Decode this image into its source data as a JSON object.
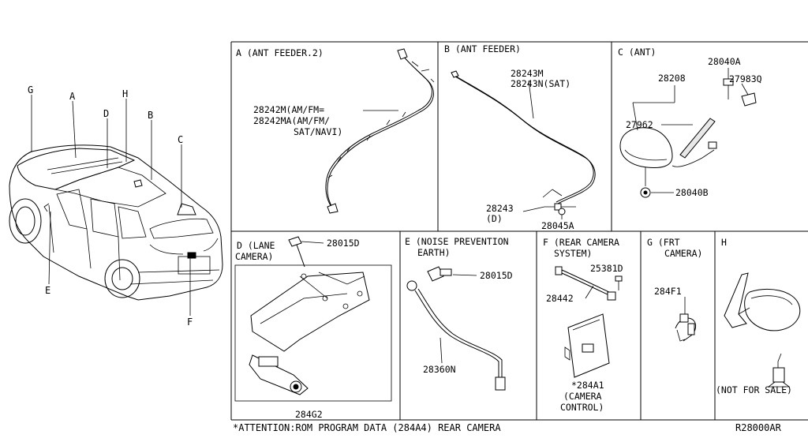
{
  "car_letters": [
    "G",
    "A",
    "D",
    "H",
    "B",
    "C",
    "E",
    "F"
  ],
  "panels": {
    "A": {
      "title": "A (ANT FEEDER.2)",
      "parts": [
        "28242M(AM/FM=",
        "28242MA(AM/FM/",
        "SAT/NAVI)"
      ]
    },
    "B": {
      "title": "B (ANT FEEDER)",
      "parts": [
        "28243M",
        "28243N(SAT)",
        "28243",
        "(D)",
        "28045A"
      ]
    },
    "C": {
      "title": "C (ANT)",
      "parts": [
        "28208",
        "28040A",
        "27983Q",
        "27962",
        "28040B"
      ]
    },
    "D": {
      "title_1": "D (LANE",
      "title_2": "CAMERA)",
      "parts": [
        "28015D",
        "284G2"
      ]
    },
    "E": {
      "title_1": "E (NOISE PREVENTION",
      "title_2": "EARTH)",
      "parts": [
        "28015D",
        "28360N"
      ]
    },
    "F": {
      "title_1": "F (REAR CAMERA",
      "title_2": "SYSTEM)",
      "parts": [
        "25381D",
        "28442",
        "*284A1",
        "(CAMERA",
        "CONTROL)"
      ]
    },
    "G": {
      "title_1": "G (FRT",
      "title_2": "CAMERA)",
      "parts": [
        "284F1"
      ]
    },
    "H": {
      "title": "H",
      "parts": [
        "(NOT FOR SALE)"
      ]
    }
  },
  "footer": {
    "attention": "*ATTENTION:ROM PROGRAM DATA (284A4) REAR CAMERA",
    "diagram_id": "R28000AR"
  }
}
